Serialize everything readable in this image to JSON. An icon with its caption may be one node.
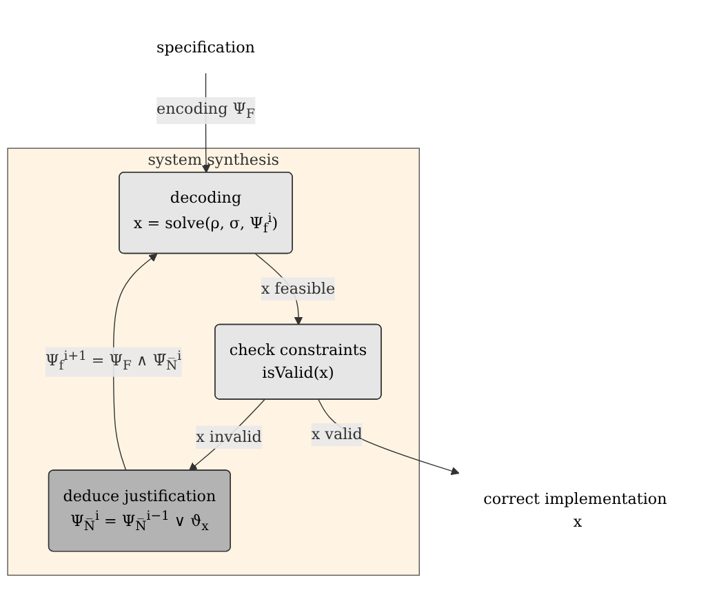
{
  "diagram": {
    "nodes": [
      {
        "text": [
          "system synthesis"
        ]
      },
      {
        "text": [
          "decoding",
          "x = solve(ρ, σ, Ψ$_{f}$$^{i}$)"
        ],
        "in": 0
      },
      {
        "text": [
          "deduce justification",
          "Ψ$_{N̅}$$^{i}$ = Ψ$_{N̅}$$^{i−1}$ ∨ ϑ$_{x}$"
        ],
        "in": 0
      },
      {
        "text": [
          "check constraints",
          "isValid(x)"
        ],
        "in": 0
      },
      {
        "text": [
          "specification"
        ]
      },
      {
        "text": [
          "correct implementation x"
        ]
      }
    ],
    "edges": [
      {
        "from": 4,
        "to": 1,
        "arrow": "to",
        "label": "encoding Ψ$_{F}$"
      },
      {
        "from": 1,
        "to": 3,
        "arrow": "to",
        "label": "x feasible"
      },
      {
        "from": 3,
        "to": 2,
        "arrow": "to",
        "label": "x invalid"
      },
      {
        "from": 2,
        "to": 1,
        "arrow": "to",
        "label": "Ψ$_{f}$$^{i+1}$ = Ψ$_{F}$ ∧ Ψ̅$_{N̅}$$^{i}$"
      },
      {
        "from": 3,
        "to": 5,
        "arrow": "to",
        "label": "x valid"
      }
    ]
  }
}
